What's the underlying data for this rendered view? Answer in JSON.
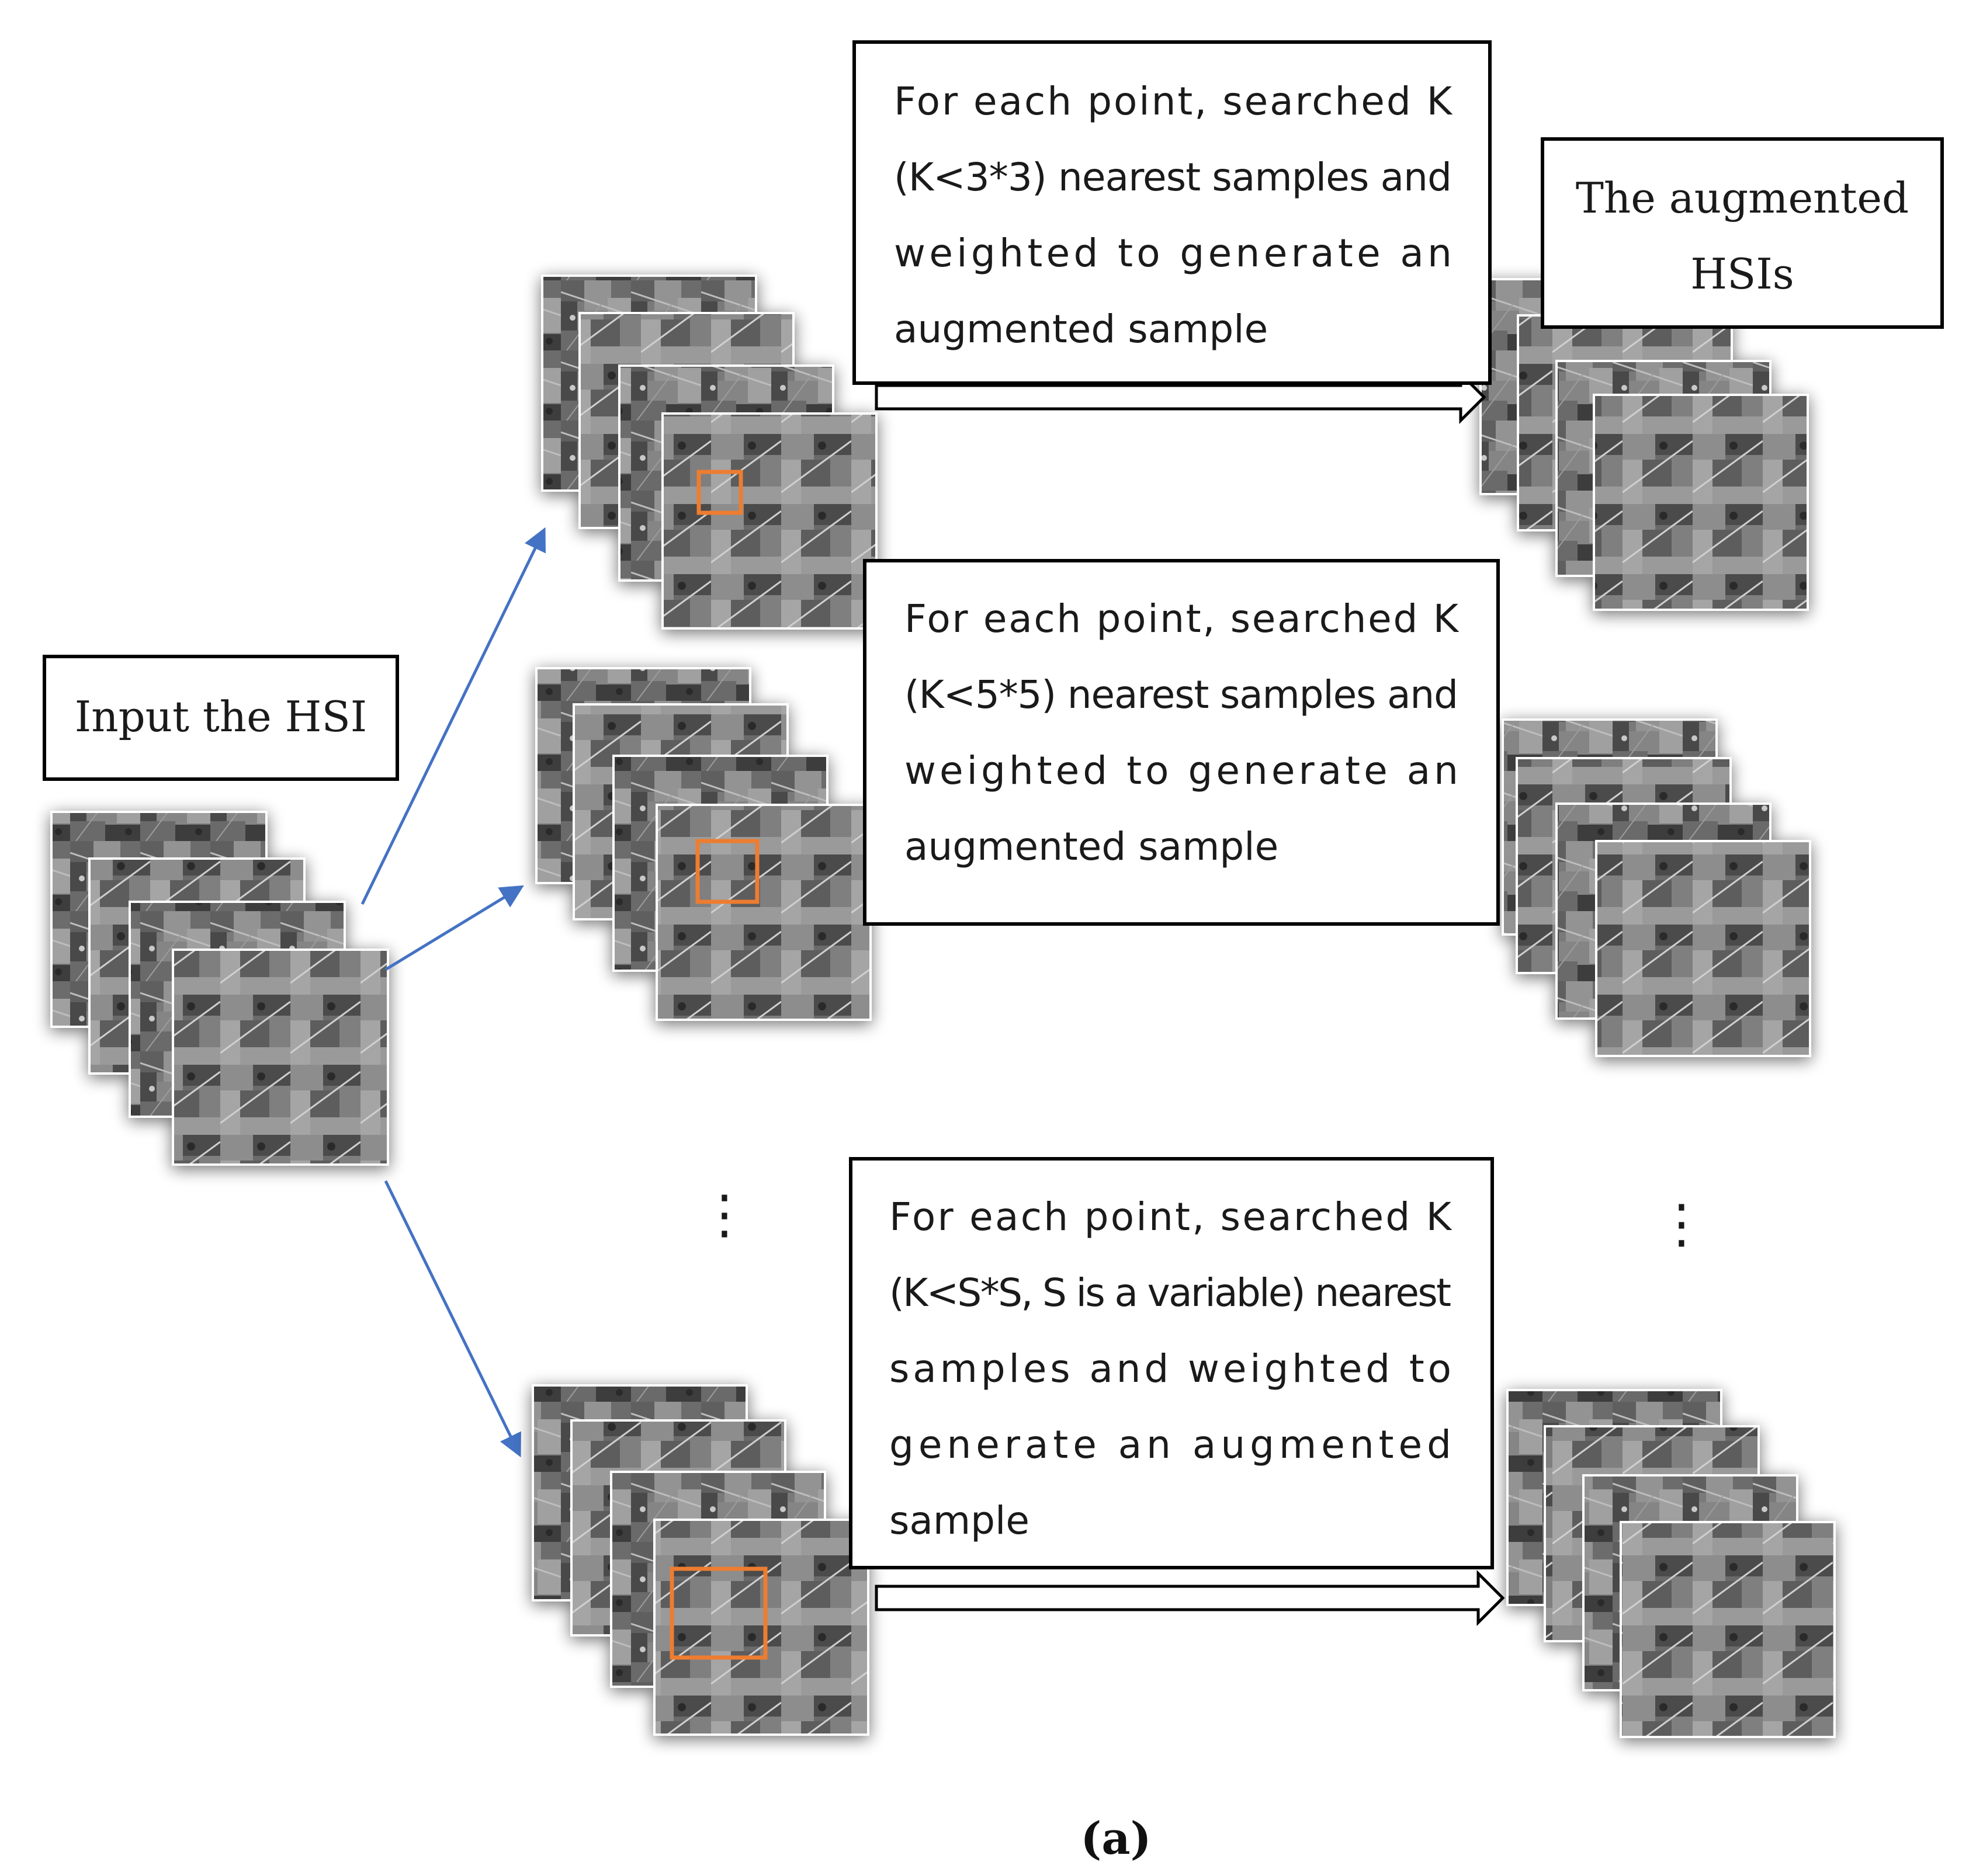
{
  "input_label": "Input the HSI",
  "output_label_lines": [
    "The augmented",
    "HSIs"
  ],
  "process_boxes": [
    {
      "lines": [
        "For each point, searched K",
        "(K<3*3) nearest samples and",
        "weighted to generate an",
        "augmented sample"
      ]
    },
    {
      "lines": [
        "For each point, searched K",
        "(K<5*5) nearest samples and",
        "weighted to generate an",
        "augmented sample"
      ]
    },
    {
      "lines": [
        "For each point, searched K",
        "(K<S*S, S is a variable) nearest",
        "samples and weighted to",
        "generate an augmented",
        "sample"
      ]
    }
  ],
  "ellipsis": "⋮",
  "caption": "(a)",
  "colors": {
    "arrow_blue": "#4472c4",
    "highlight_orange": "#ed7d31",
    "border": "#000000"
  },
  "icons": [
    "hsi-image-stack",
    "search-window-box",
    "ellipsis-icon"
  ]
}
